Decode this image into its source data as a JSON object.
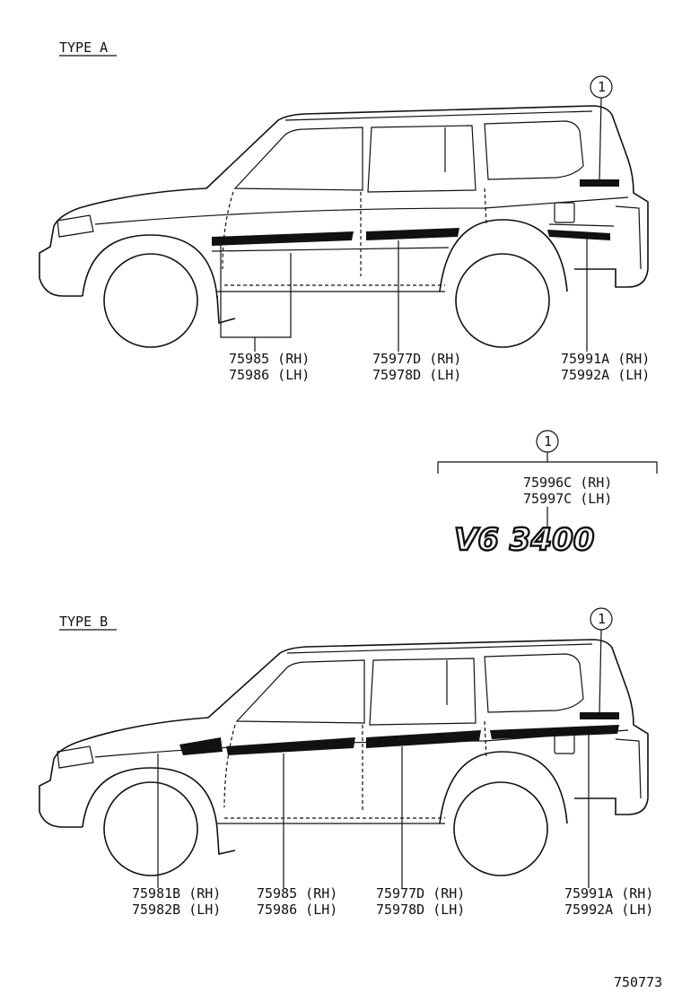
{
  "type_a": {
    "label": "TYPE A",
    "callout": "1",
    "parts": [
      {
        "rh": "75985 (RH)",
        "lh": "75986 (LH)"
      },
      {
        "rh": "75977D (RH)",
        "lh": "75978D (LH)"
      },
      {
        "rh": "75991A (RH)",
        "lh": "75992A (LH)"
      }
    ]
  },
  "emblem": {
    "callout": "1",
    "rh": "75996C (RH)",
    "lh": "75997C (LH)",
    "text": "V6 3400"
  },
  "type_b": {
    "label": "TYPE B",
    "callout": "1",
    "parts": [
      {
        "rh": "75981B (RH)",
        "lh": "75982B (LH)"
      },
      {
        "rh": "75985 (RH)",
        "lh": "75986 (LH)"
      },
      {
        "rh": "75977D (RH)",
        "lh": "75978D (LH)"
      },
      {
        "rh": "75991A (RH)",
        "lh": "75992A (LH)"
      }
    ]
  },
  "figure_number": "750773"
}
